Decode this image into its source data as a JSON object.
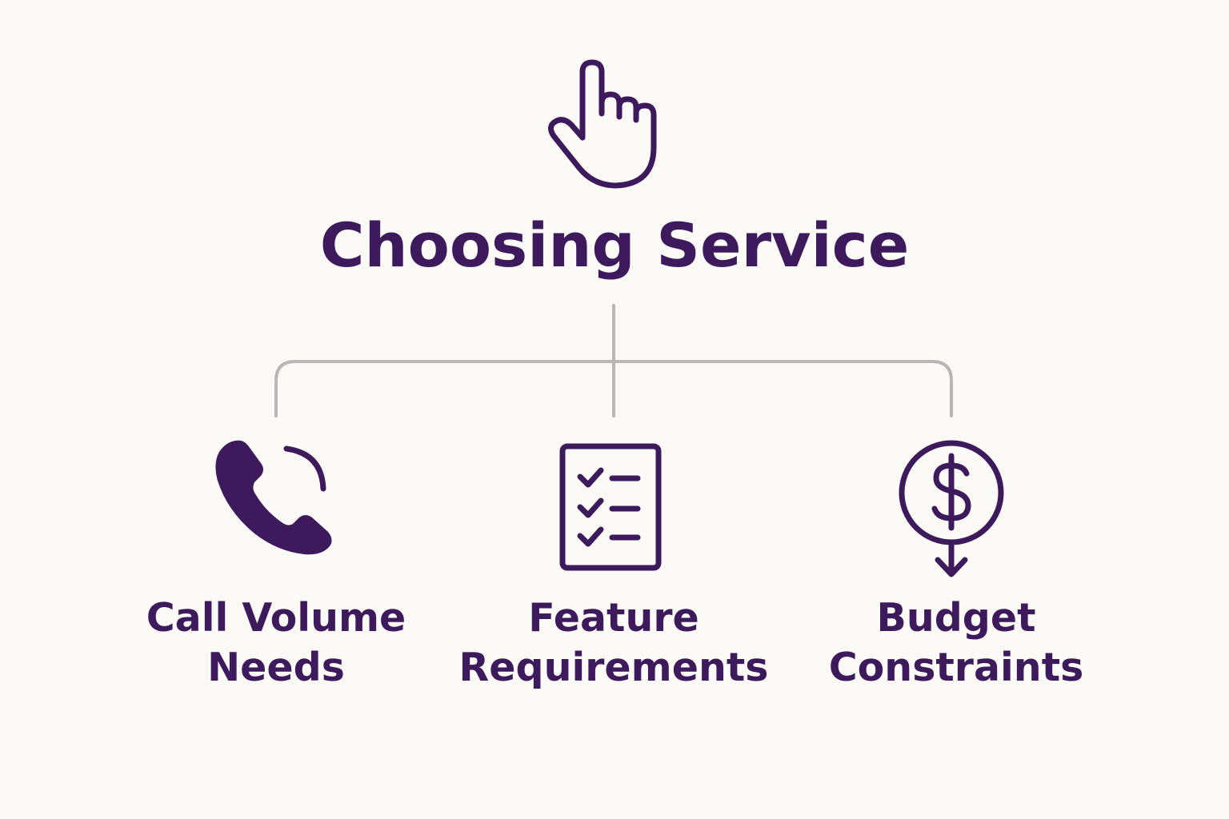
{
  "colors": {
    "background": "#fcfaf7",
    "primary": "#3d1a5c",
    "connector": "#b8b6b6"
  },
  "root": {
    "icon": "pointing-hand-icon",
    "title": "Choosing Service"
  },
  "branches": [
    {
      "icon": "phone-call-icon",
      "label_line1": "Call Volume",
      "label_line2": "Needs"
    },
    {
      "icon": "checklist-icon",
      "label_line1": "Feature",
      "label_line2": "Requirements"
    },
    {
      "icon": "dollar-down-icon",
      "label_line1": "Budget",
      "label_line2": "Constraints"
    }
  ]
}
